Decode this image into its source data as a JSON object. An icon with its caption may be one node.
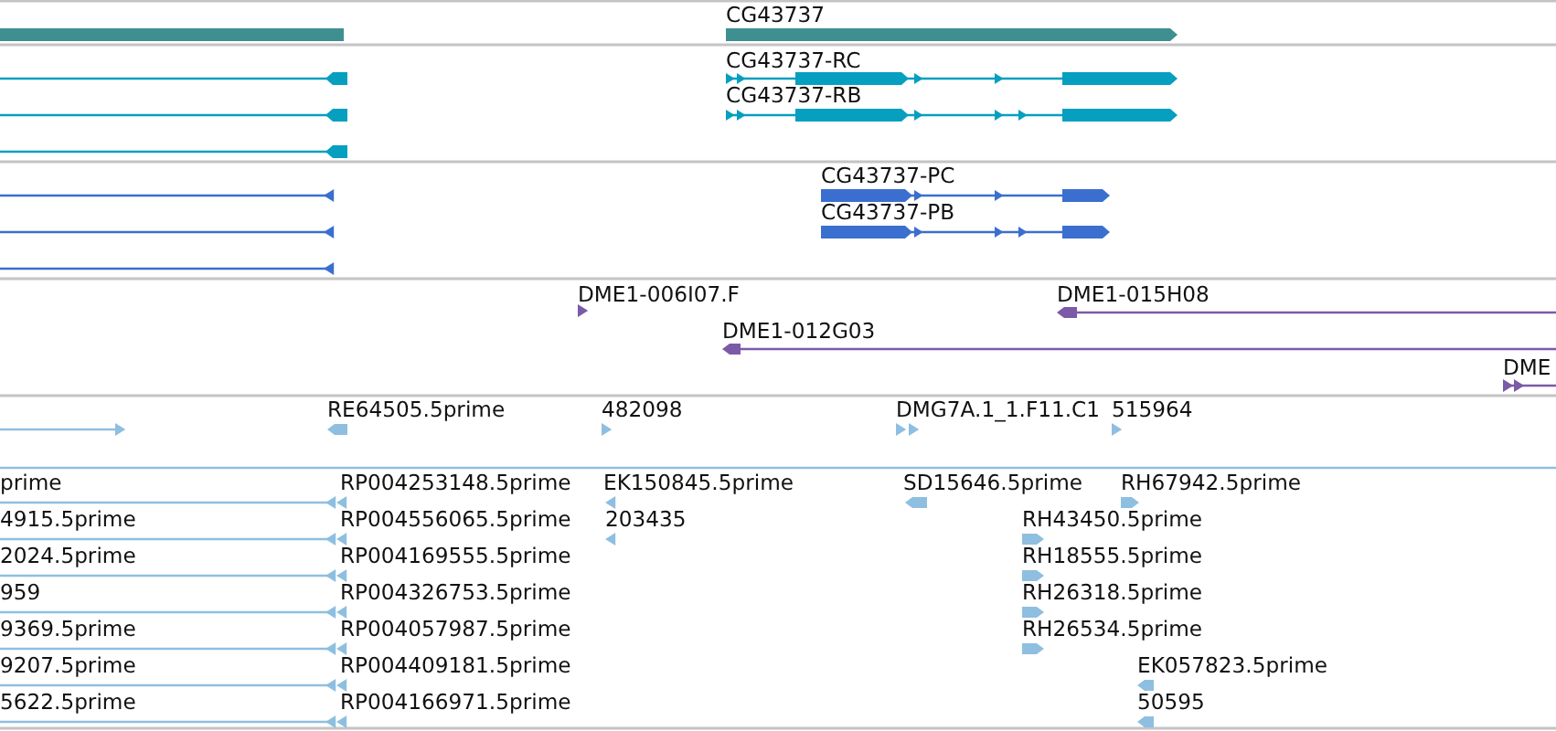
{
  "diagram": {
    "labels": [
      "CG43737",
      "CG43737-RC",
      "CG43737-RB",
      "CG43737-PC",
      "CG43737-PB",
      "DME1-006I07.F",
      "DME1-015H08",
      "DME1-012G03",
      "DME",
      "RE64505.5prime",
      "482098",
      "DMG7A.1_1.F11.C1",
      "515964",
      "prime",
      "RP004253148.5prime",
      "EK150845.5prime",
      "SD15646.5prime",
      "RH67942.5prime",
      "4915.5prime",
      "RP004556065.5prime",
      "203435",
      "RH43450.5prime",
      "2024.5prime",
      "RP004169555.5prime",
      "RH18555.5prime",
      "959",
      "RP004326753.5prime",
      "RH26318.5prime",
      "9369.5prime",
      "RP004057987.5prime",
      "RH26534.5prime",
      "9207.5prime",
      "RP004409181.5prime",
      "EK057823.5prime",
      "5622.5prime",
      "RP004166971.5prime",
      "50595"
    ]
  }
}
